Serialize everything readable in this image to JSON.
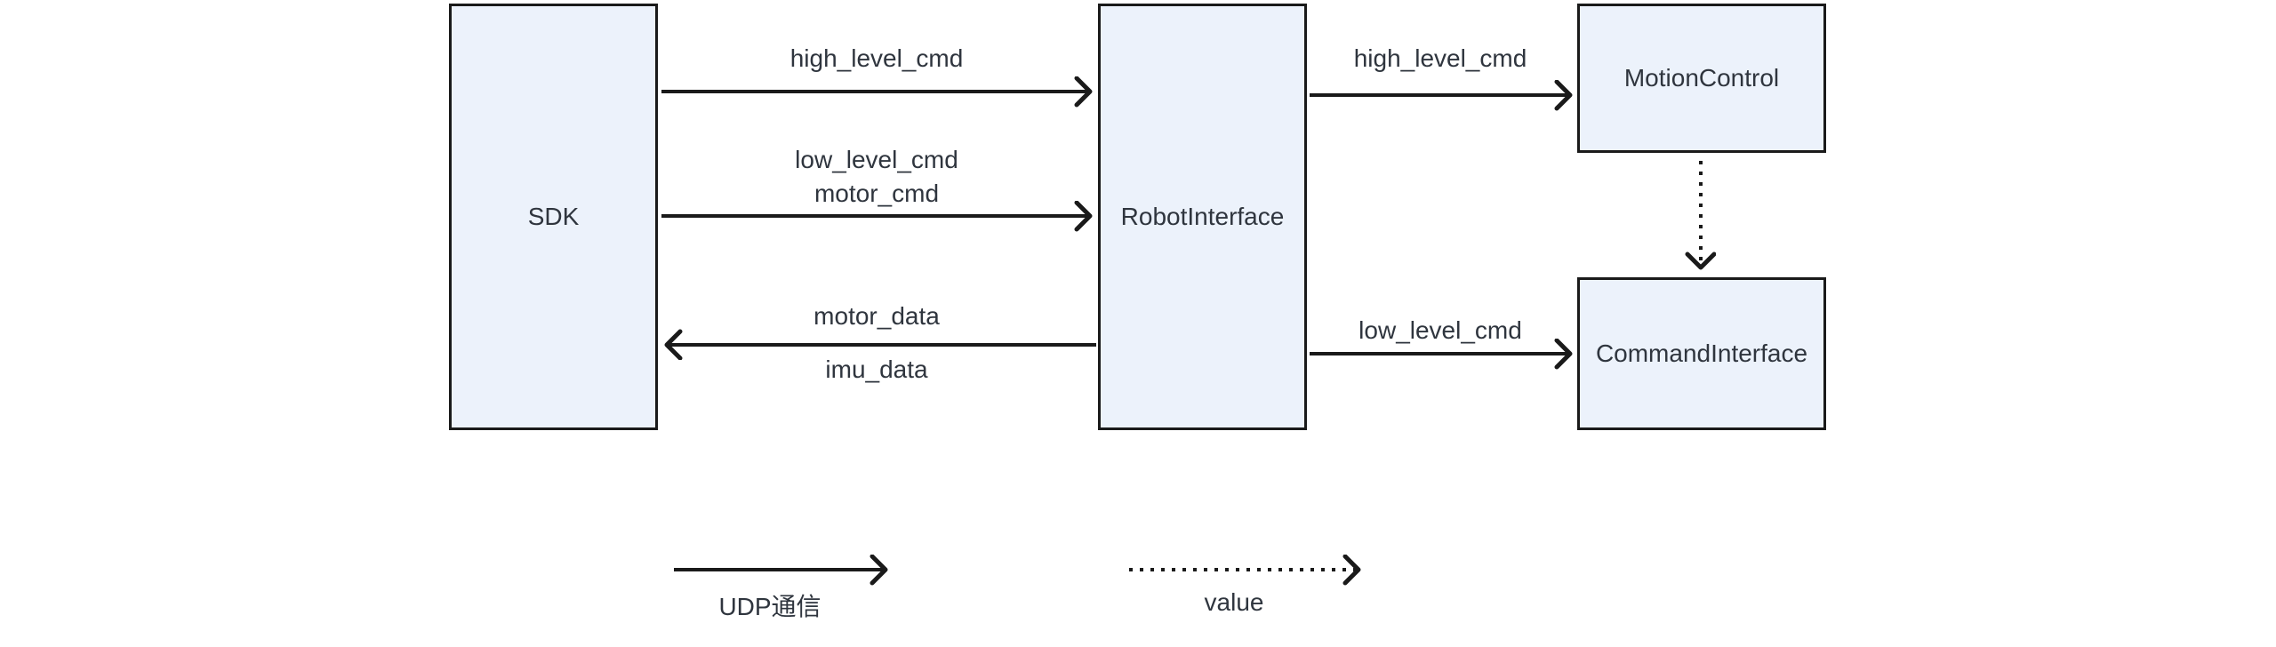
{
  "diagram": {
    "type": "flowchart",
    "nodes": {
      "sdk": "SDK",
      "robot_interface": "RobotInterface",
      "motion_control": "MotionControl",
      "command_interface": "CommandInterface"
    },
    "edge_labels": {
      "sdk_to_robot_high": "high_level_cmd",
      "sdk_to_robot_low": "low_level_cmd",
      "sdk_to_robot_motor": "motor_cmd",
      "robot_to_sdk_motor": "motor_data",
      "robot_to_sdk_imu": "imu_data",
      "robot_to_motion": "high_level_cmd",
      "robot_to_command": "low_level_cmd"
    },
    "edges": [
      {
        "from": "SDK",
        "to": "RobotInterface",
        "labels": [
          "high_level_cmd"
        ],
        "style": "solid"
      },
      {
        "from": "SDK",
        "to": "RobotInterface",
        "labels": [
          "low_level_cmd",
          "motor_cmd"
        ],
        "style": "solid"
      },
      {
        "from": "RobotInterface",
        "to": "SDK",
        "labels": [
          "motor_data",
          "imu_data"
        ],
        "style": "solid"
      },
      {
        "from": "RobotInterface",
        "to": "MotionControl",
        "labels": [
          "high_level_cmd"
        ],
        "style": "solid"
      },
      {
        "from": "RobotInterface",
        "to": "CommandInterface",
        "labels": [
          "low_level_cmd"
        ],
        "style": "solid"
      },
      {
        "from": "MotionControl",
        "to": "CommandInterface",
        "labels": [],
        "style": "dotted"
      }
    ],
    "legend": {
      "solid": "UDP通信",
      "dotted": "value"
    },
    "colors": {
      "background": "#ffffff",
      "node_fill": "#ecf2fb",
      "node_border": "#1a1a1a",
      "line": "#1a1a1a",
      "text": "#2f353e"
    }
  }
}
